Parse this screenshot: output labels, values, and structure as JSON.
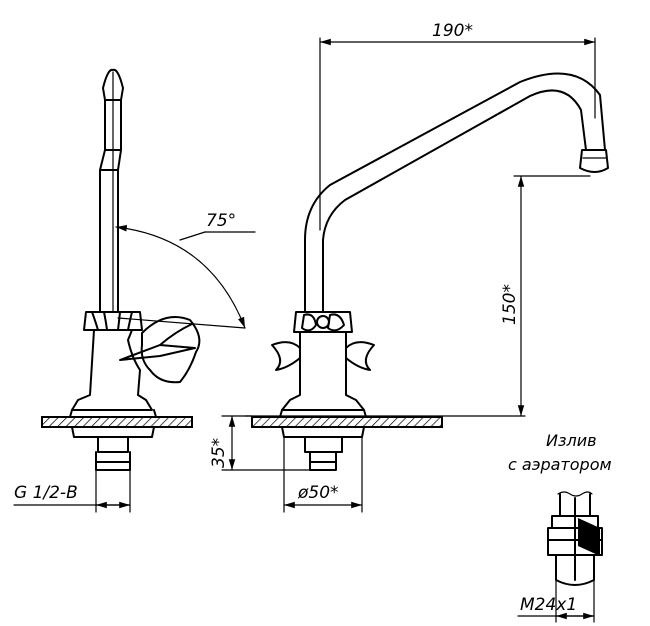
{
  "dimensions": {
    "spout_reach": "190*",
    "spout_height": "150*",
    "swivel_angle": "75°",
    "mount_height": "35*",
    "base_diameter": "ø50*",
    "inlet_thread": "G 1/2-B",
    "aerator_thread": "M24x1"
  },
  "detail_caption": {
    "line1": "Излив",
    "line2": "с аэратором"
  }
}
